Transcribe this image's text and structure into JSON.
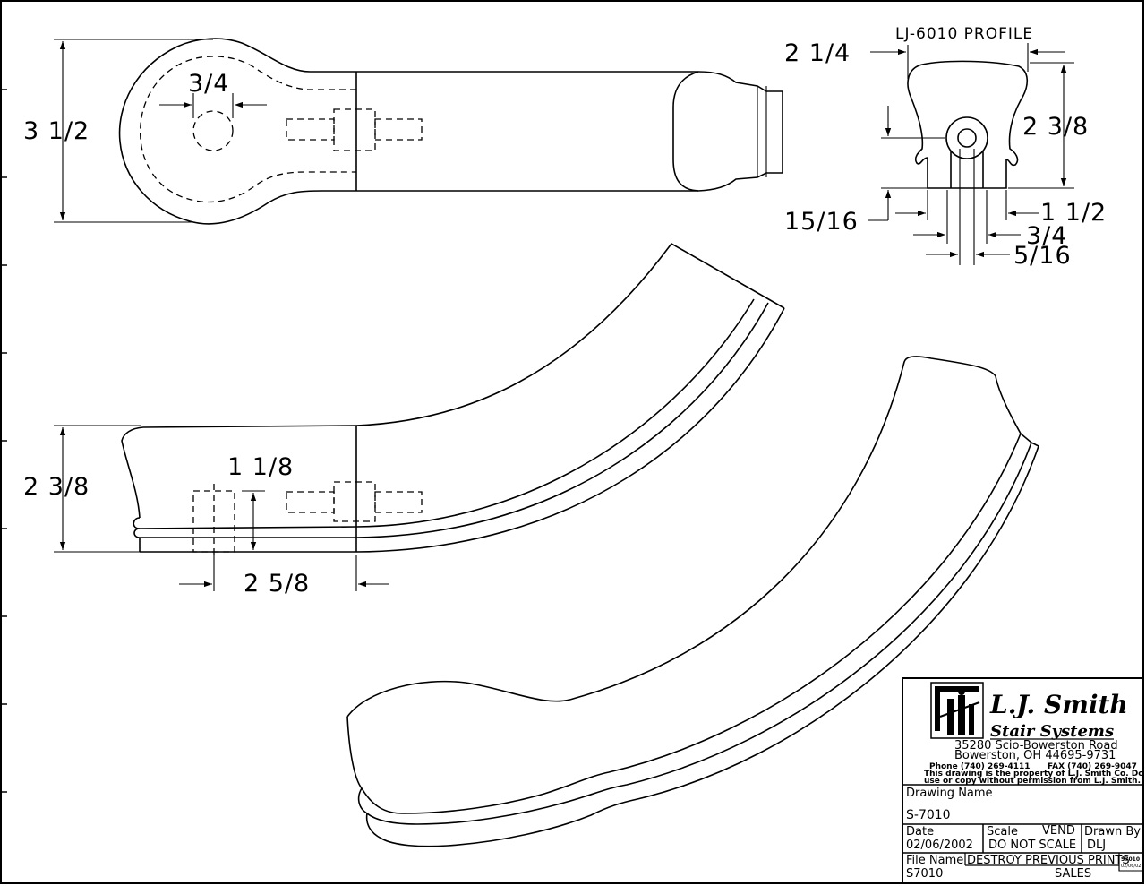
{
  "top_view": {
    "dim_width": "3 1/2",
    "dim_hole": "3/4"
  },
  "profile_view": {
    "title": "LJ-6010 PROFILE",
    "dim_top_width": "2 1/4",
    "dim_height": "2 3/8",
    "dim_left": "15/16",
    "dim_base": "1 1/2",
    "dim_neck": "3/4",
    "dim_pin": "5/16"
  },
  "side_view": {
    "dim_height": "2 3/8",
    "dim_bolt": "1 1/8",
    "dim_length": "2 5/8"
  },
  "title_block": {
    "company_name": "L.J. Smith",
    "company_sub": "Stair Systems",
    "address_1": "35280 Scio-Bowerston Road",
    "address_2": "Bowerston, OH 44695-9731",
    "phone": "Phone (740) 269-4111",
    "fax": "FAX (740) 269-9047",
    "notice_1": "This drawing is the property of L.J. Smith Co. Do not",
    "notice_2": "use or copy without permission from L.J. Smith.",
    "drawing_name_label": "Drawing Name",
    "drawing_name": "S-7010",
    "date_label": "Date",
    "date": "02/06/2002",
    "scale_label": "Scale",
    "vend_label": "VEND",
    "scale": "DO NOT SCALE",
    "drawn_by_label": "Drawn By",
    "drawn_by": "DLJ",
    "file_name_label": "File Name",
    "file_name": "S7010",
    "destroy_note": "DESTROY PREVIOUS PRINTS",
    "sales_label": "SALES",
    "stamp_1": "S7010",
    "stamp_2": "02/06/02"
  }
}
